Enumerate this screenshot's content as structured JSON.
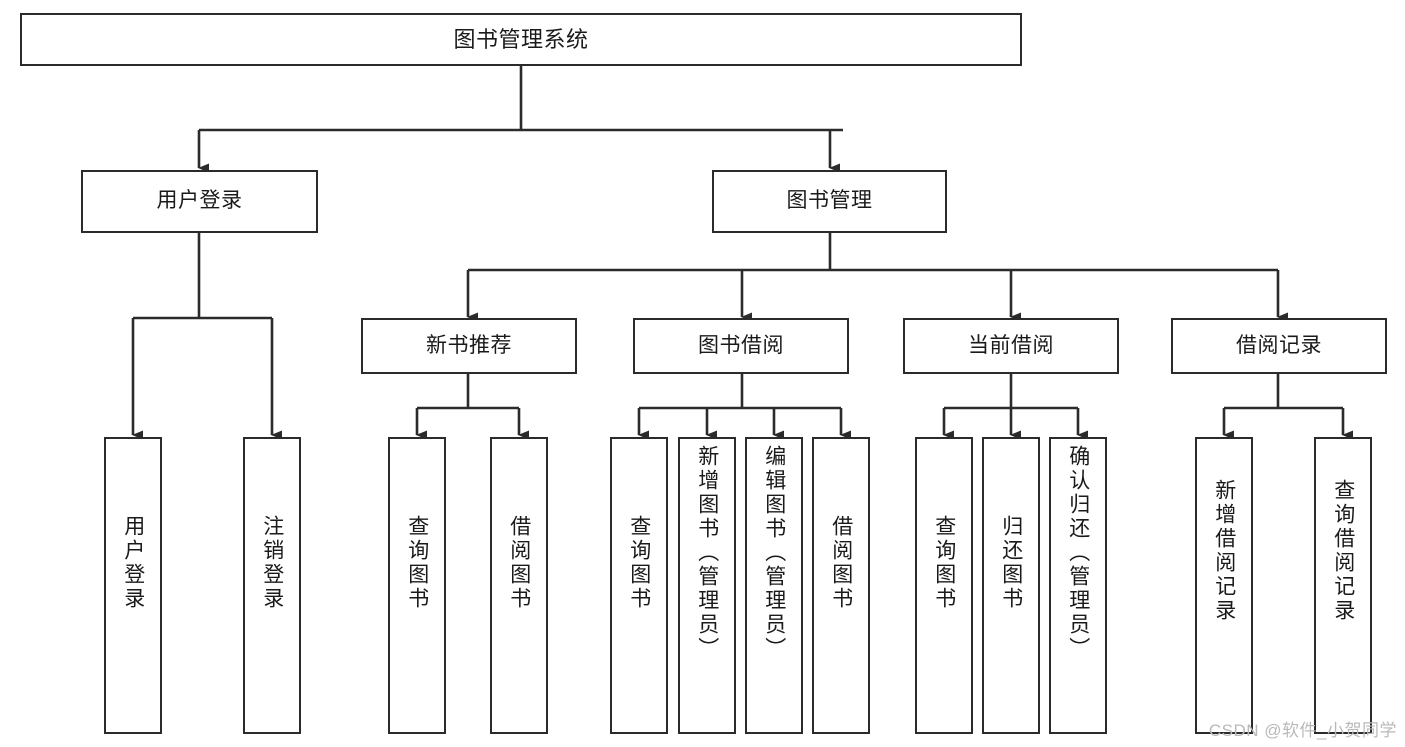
{
  "diagram": {
    "title": "图书管理系统",
    "type": "tree",
    "background_color": "#ffffff",
    "line_color": "#2b2b2b",
    "box_border_color": "#2b2b2b",
    "text_color": "#1a1a1a",
    "watermark": "CSDN @软件_小贺同学"
  },
  "nodes": {
    "root": {
      "label": "图书管理系统"
    },
    "level1": [
      {
        "id": "user-login",
        "label": "用户登录"
      },
      {
        "id": "book-management",
        "label": "图书管理"
      }
    ],
    "level2": [
      {
        "id": "new-book-recommend",
        "label": "新书推荐"
      },
      {
        "id": "book-borrow",
        "label": "图书借阅"
      },
      {
        "id": "current-borrow",
        "label": "当前借阅"
      },
      {
        "id": "borrow-record",
        "label": "借阅记录"
      }
    ],
    "leaves": {
      "user_login": [
        {
          "id": "leaf-user-login",
          "label": "用户登录"
        },
        {
          "id": "leaf-logout-login",
          "label": "注销登录"
        }
      ],
      "new_book_recommend": [
        {
          "id": "leaf-query-book-1",
          "label": "查询图书"
        },
        {
          "id": "leaf-borrow-book-1",
          "label": "借阅图书"
        }
      ],
      "book_borrow": [
        {
          "id": "leaf-query-book-2",
          "label": "查询图书"
        },
        {
          "id": "leaf-add-book",
          "label": "新增图书（管理员）"
        },
        {
          "id": "leaf-edit-book",
          "label": "编辑图书（管理员）"
        },
        {
          "id": "leaf-borrow-book-2",
          "label": "借阅图书"
        }
      ],
      "current_borrow": [
        {
          "id": "leaf-query-book-3",
          "label": "查询图书"
        },
        {
          "id": "leaf-return-book",
          "label": "归还图书"
        },
        {
          "id": "leaf-confirm-return",
          "label": "确认归还（管理员）"
        }
      ],
      "borrow_record": [
        {
          "id": "leaf-add-record",
          "label": "新增借阅记录"
        },
        {
          "id": "leaf-query-record",
          "label": "查询借阅记录"
        }
      ]
    }
  }
}
